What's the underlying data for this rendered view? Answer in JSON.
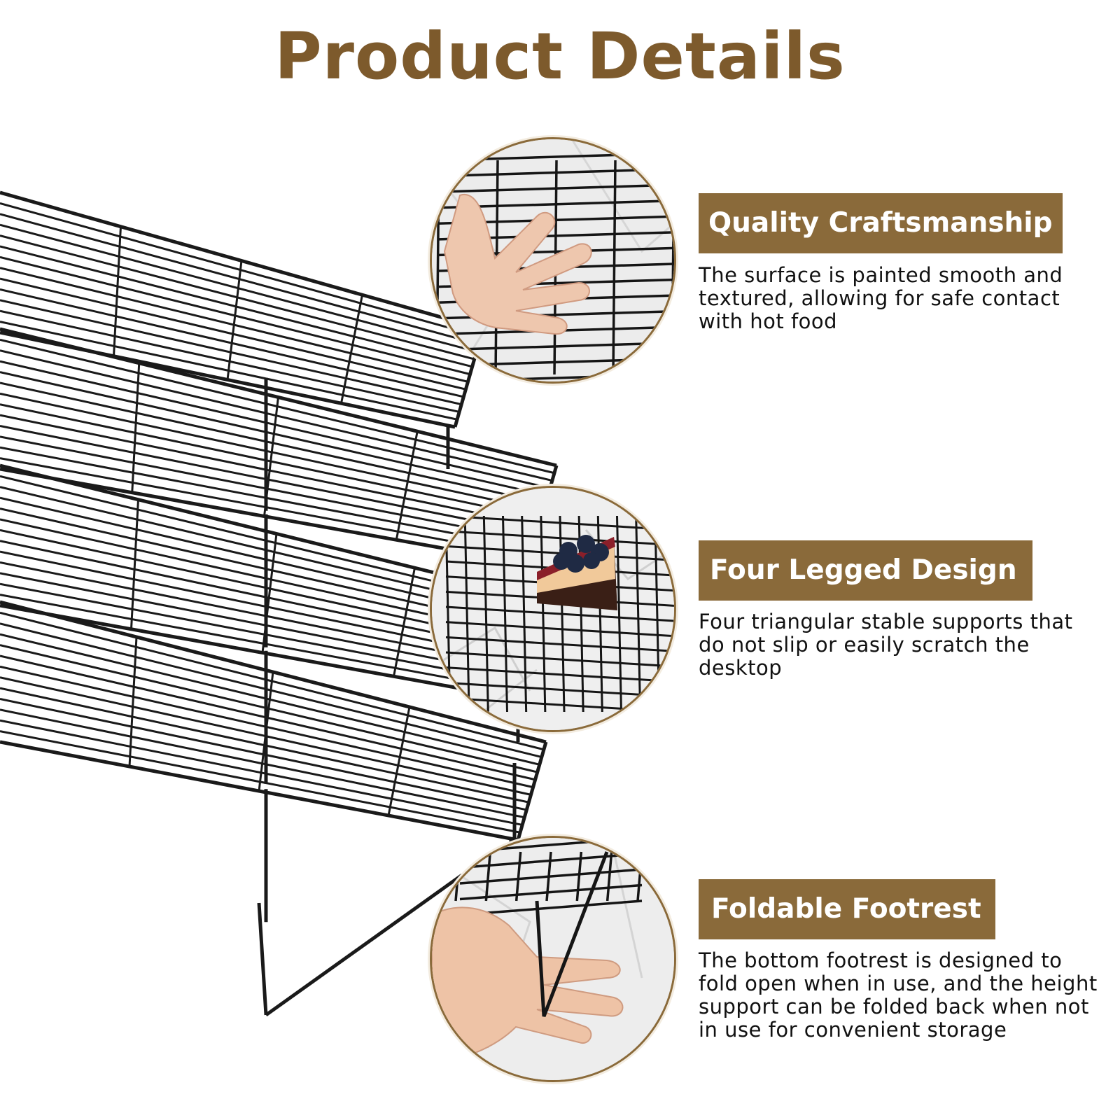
{
  "page": {
    "title": "Product Details",
    "accent_color": "#8a6a3a",
    "title_color": "#7d5a2c"
  },
  "features": [
    {
      "heading": "Quality Craftsmanship",
      "description": "The surface is painted smooth and textured, allowing for safe contact with hot food",
      "image_icon": "hand-on-rack-photo"
    },
    {
      "heading": "Four Legged Design",
      "description": "Four triangular stable supports that do not slip or easily scratch the desktop",
      "image_icon": "cake-on-rack-photo"
    },
    {
      "heading": "Foldable Footrest",
      "description": "The bottom footrest is designed to fold open when in use, and the height support can be folded back when not in use for convenient storage",
      "image_icon": "hand-folding-leg-photo"
    }
  ]
}
